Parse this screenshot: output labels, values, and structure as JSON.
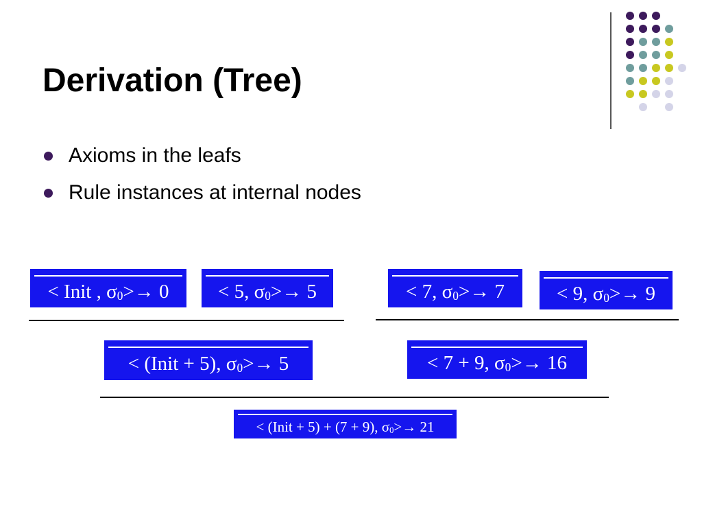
{
  "slide": {
    "title": "Derivation (Tree)",
    "bullets": [
      "Axioms in the leafs",
      "Rule instances at internal nodes"
    ],
    "colors": {
      "bullet": "#3d1a5c",
      "formula_bg": "#1515ee",
      "formula_text": "#ffffff",
      "dot_purple": "#3d1a5c",
      "dot_teal": "#6f9d9d",
      "dot_yellow": "#c8c820",
      "dot_lavender": "#d4d4e8"
    }
  },
  "tree": {
    "axioms": [
      {
        "pre": "< Init , σ",
        "sub": "0",
        "post": " >→ 0"
      },
      {
        "pre": "< 5, σ",
        "sub": "0",
        "post": " >→ 5"
      },
      {
        "pre": "< 7, σ",
        "sub": "0",
        "post": " >→ 7"
      },
      {
        "pre": "< 9, σ",
        "sub": "0",
        "post": " >→ 9"
      }
    ],
    "middle": [
      {
        "pre": "< (Init  + 5), σ",
        "sub": "0",
        "post": " >→ 5"
      },
      {
        "pre": "< 7 + 9, σ",
        "sub": "0",
        "post": " >→ 16"
      }
    ],
    "root": {
      "pre": "< (Init  + 5) + (7 + 9), σ",
      "sub": "0",
      "post": " >→ 21"
    }
  }
}
